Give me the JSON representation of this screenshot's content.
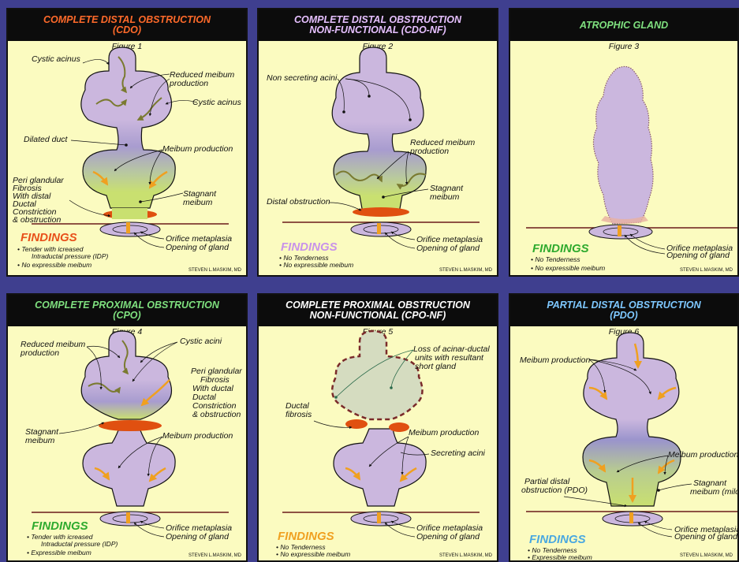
{
  "colors": {
    "background": "#3f3f8f",
    "panel": "#fbfbc0",
    "gland_fill": "#cbb7de",
    "meibum_yellow": "#c9e070",
    "arrow_orange": "#f0a020",
    "obstruction_red": "#e05010",
    "olive": "#7a7a30",
    "cdo_title": "#ff6a2a",
    "cdonf_title": "#e6c0ff",
    "atrophic_title": "#7fe07f",
    "cpo_title": "#7fe07f",
    "cponf_title": "#ffffff",
    "pdo_title": "#7ec8ff"
  },
  "panels": {
    "p1": {
      "title": "COMPLETE DISTAL OBSTRUCTION",
      "title2": "(CDO)",
      "figure": "Figure 1",
      "labels": {
        "cystic_acinus_left": "Cystic acinus",
        "reduced_meibum": "Reduced meibum",
        "reduced_meibum2": "production",
        "cystic_acinus_right": "Cystic acinus",
        "dilated_duct": "Dilated duct",
        "meibum_production": "Meibum production",
        "peri1": "Peri glandular",
        "peri2": "Fibrosis",
        "peri3": "With distal",
        "peri4": "Ductal",
        "peri5": "Constriction",
        "peri6": "& obstruction",
        "stagnant1": "Stagnant",
        "stagnant2": "meibum",
        "orifice": "Orifice metaplasia",
        "opening": "Opening of gland"
      },
      "findings": "FINDINGS",
      "findings_lines": [
        "• Tender with icreased",
        "Intraductal pressure (IDP)",
        "• No expressible meibum"
      ],
      "credit": "STEVEN L.MASKIM, MD"
    },
    "p2": {
      "title": "COMPLETE DISTAL OBSTRUCTION",
      "title2": "NON-FUNCTIONAL (CDO-NF)",
      "figure": "Figure 2",
      "labels": {
        "non_secreting": "Non secreting acini",
        "reduced1": "Reduced meibum",
        "reduced2": "production",
        "stagnant1": "Stagnant",
        "stagnant2": "meibum",
        "distal_obstruction": "Distal obstruction",
        "orifice": "Orifice metaplasia",
        "opening": "Opening of gland"
      },
      "findings": "FINDINGS",
      "findings_lines": [
        "• No Tenderness",
        "• No expressible meibum"
      ],
      "credit": "STEVEN L.MASKIM, MD"
    },
    "p3": {
      "title": "ATROPHIC GLAND",
      "figure": "Figure 3",
      "labels": {
        "orifice": "Orifice metaplasia",
        "opening": "Opening of gland"
      },
      "findings": "FINDINGS",
      "findings_lines": [
        "• No Tenderness",
        "• No expressible meibum"
      ],
      "credit": "STEVEN L.MASKIM, MD"
    },
    "p4": {
      "title": "COMPLETE PROXIMAL OBSTRUCTION",
      "title2": "(CPO)",
      "figure": "Figure 4",
      "labels": {
        "reduced1": "Reduced meibum",
        "reduced2": "production",
        "cystic_acini": "Cystic acini",
        "peri1": "Peri glandular",
        "peri2": "Fibrosis",
        "peri3": "With ductal",
        "peri4": "Ductal",
        "peri5": "Constriction",
        "peri6": "& obstruction",
        "stagnant1": "Stagnant",
        "stagnant2": "meibum",
        "meibum_production": "Meibum production",
        "orifice": "Orifice metaplasia",
        "opening": "Opening of gland"
      },
      "findings": "FINDINGS",
      "findings_lines": [
        "• Tender with icreased",
        "Intraductal pressure (IDP)",
        "• Expressible meibum"
      ],
      "credit": "STEVEN L.MASKIM, MD"
    },
    "p5": {
      "title": "COMPLETE PROXIMAL OBSTRUCTION",
      "title2": "NON-FUNCTIONAL (CPO-NF)",
      "figure": "Figure 5",
      "labels": {
        "loss1": "Loss of acinar-ductal",
        "loss2": "units with resultant",
        "loss3": "short gland",
        "ductal1": "Ductal",
        "ductal2": "fibrosis",
        "meibum_production": "Meibum production",
        "secreting": "Secreting acini",
        "orifice": "Orifice metaplasia",
        "opening": "Opening of gland"
      },
      "findings": "FINDINGS",
      "findings_lines": [
        "• No Tenderness",
        "• No expressible meibum"
      ],
      "credit": "STEVEN L.MASKIM, MD"
    },
    "p6": {
      "title": "PARTIAL DISTAL OBSTRUCTION",
      "title2": "(PDO)",
      "figure": "Figure 6",
      "labels": {
        "meibum_production": "Meibum production",
        "meibum_production_right": "Meibum production",
        "partial1": "Partial distal",
        "partial2": "obstruction (PDO)",
        "stagnant1": "Stagnant",
        "stagnant2": "meibum (mild)",
        "orifice": "Orifice metaplasia",
        "opening": "Opening of gland"
      },
      "findings": "FINDINGS",
      "findings_lines": [
        "• No Tenderness",
        "• Expressible meibum"
      ],
      "credit": "STEVEN L.MASKIM, MD"
    }
  }
}
